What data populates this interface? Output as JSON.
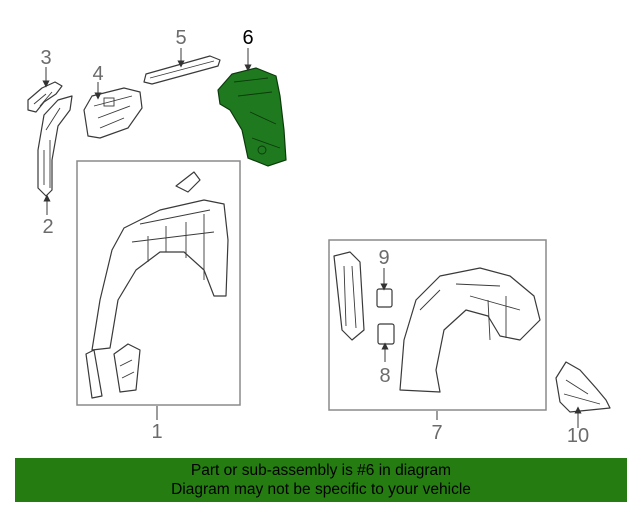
{
  "diagram": {
    "callouts": {
      "c1": "1",
      "c2": "2",
      "c3": "3",
      "c4": "4",
      "c5": "5",
      "c6": "6",
      "c7": "7",
      "c8": "8",
      "c9": "9",
      "c10": "10"
    },
    "highlighted_part": "6",
    "highlight_color": "#1f7a1f"
  },
  "banner": {
    "line1": "Part or sub-assembly is #6 in diagram",
    "line2": "Diagram may not be specific to your vehicle",
    "background": "#257d12"
  }
}
